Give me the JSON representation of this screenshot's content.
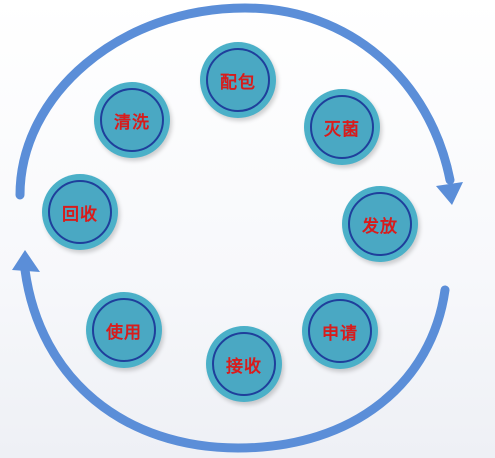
{
  "colors": {
    "arrow": "#5b8ed8",
    "node_outer": "#4bb0c8",
    "node_inner": "#4aa8c3",
    "node_border": "#1f3f9b",
    "label": "#d81c1c"
  },
  "cycle": {
    "nodes": [
      {
        "id": "peibao",
        "label": "配包"
      },
      {
        "id": "miejun",
        "label": "灭菌"
      },
      {
        "id": "fafang",
        "label": "发放"
      },
      {
        "id": "shenqing",
        "label": "申请"
      },
      {
        "id": "jieshou",
        "label": "接收"
      },
      {
        "id": "shiyong",
        "label": "使用"
      },
      {
        "id": "huishou",
        "label": "回收"
      },
      {
        "id": "qingxi",
        "label": "清洗"
      }
    ]
  }
}
